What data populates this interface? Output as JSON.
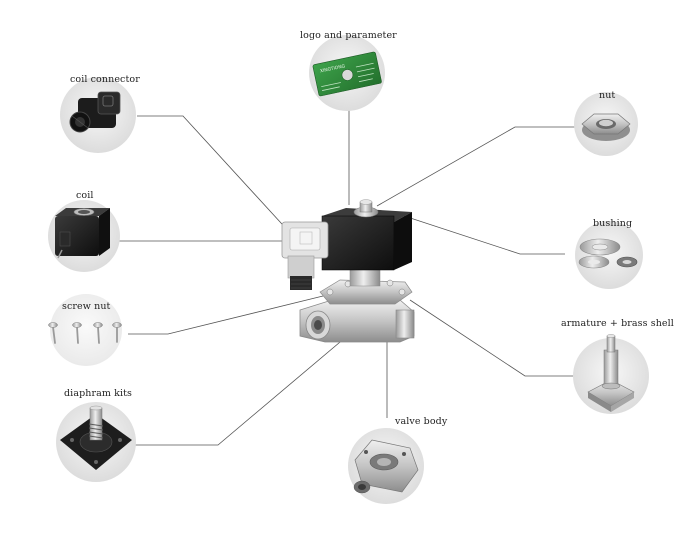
{
  "diagram": {
    "labels": {
      "logo": "logo and parameter",
      "coil_connector": "coil connector",
      "nut": "nut",
      "coil": "coil",
      "bushing": "bushing",
      "screw_nut": "screw nut",
      "armature": "armature + brass shell",
      "diaphragm": "diaphram kits",
      "valve_body": "valve body"
    },
    "plate_text": "XINGTIONG",
    "colors": {
      "leader_line": "#555555",
      "circle_bg": "#e9e9e9",
      "coil_black": "#1b1b1b",
      "steel": "#c9c9c9",
      "plate_green": "#2f8a3a",
      "label_text": "#222222"
    }
  }
}
